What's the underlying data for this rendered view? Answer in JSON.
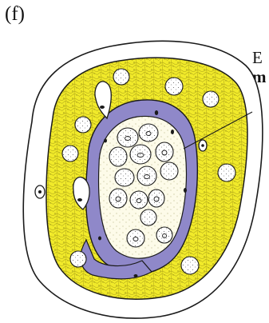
{
  "panel_label": "(f)",
  "callout": {
    "line1": "E",
    "line2": "m"
  },
  "colors": {
    "cytoplasm_yellow": "#f1ea2a",
    "envelope_purple": "#8f88c9",
    "outline": "#1a1a1a",
    "background": "#ffffff"
  }
}
